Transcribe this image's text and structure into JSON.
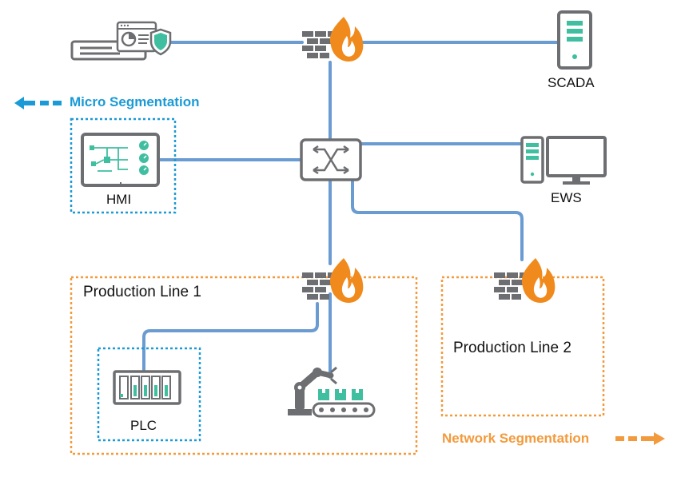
{
  "nodes": {
    "scada": "SCADA",
    "ews": "EWS",
    "hmi": "HMI",
    "plc": "PLC"
  },
  "zones": {
    "production_line_1": "Production Line 1",
    "production_line_2": "Production Line 2"
  },
  "legend": {
    "micro_segmentation": "Micro Segmentation",
    "network_segmentation": "Network Segmentation"
  },
  "colors": {
    "link": "#6a9bd1",
    "micro": "#1a9ad6",
    "network": "#f39a3c",
    "device": "#6d6e71",
    "accent": "#3fbfa0",
    "fire": "#f08a1c"
  }
}
